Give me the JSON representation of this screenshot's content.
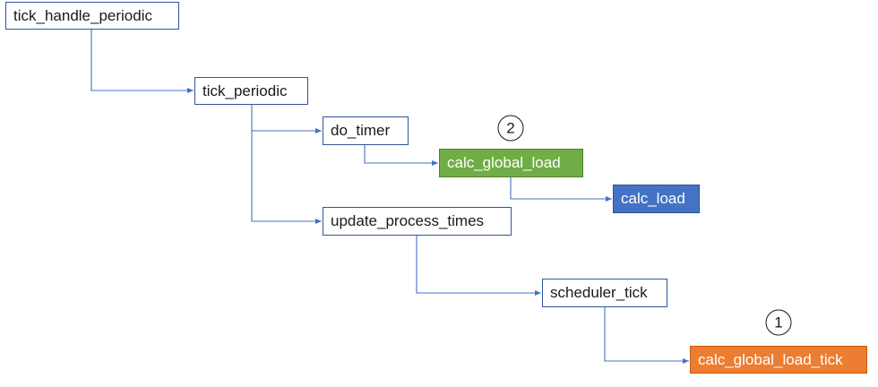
{
  "nodes": {
    "tick_handle_periodic": {
      "label": "tick_handle_periodic",
      "style": "plain"
    },
    "tick_periodic": {
      "label": "tick_periodic",
      "style": "plain"
    },
    "do_timer": {
      "label": "do_timer",
      "style": "plain"
    },
    "calc_global_load": {
      "label": "calc_global_load",
      "style": "green"
    },
    "calc_load": {
      "label": "calc_load",
      "style": "blue"
    },
    "update_process_times": {
      "label": "update_process_times",
      "style": "plain"
    },
    "scheduler_tick": {
      "label": "scheduler_tick",
      "style": "plain"
    },
    "calc_global_load_tick": {
      "label": "calc_global_load_tick",
      "style": "orange"
    }
  },
  "edges": [
    {
      "from": "tick_handle_periodic",
      "to": "tick_periodic"
    },
    {
      "from": "tick_periodic",
      "to": "do_timer"
    },
    {
      "from": "tick_periodic",
      "to": "update_process_times"
    },
    {
      "from": "do_timer",
      "to": "calc_global_load"
    },
    {
      "from": "calc_global_load",
      "to": "calc_load"
    },
    {
      "from": "update_process_times",
      "to": "scheduler_tick"
    },
    {
      "from": "scheduler_tick",
      "to": "calc_global_load_tick"
    }
  ],
  "markers": {
    "calc_global_load": "2",
    "calc_global_load_tick": "1"
  },
  "colors": {
    "box_border": "#2f5597",
    "connector": "#4472c4",
    "green": "#70ad47",
    "blue": "#4472c4",
    "orange": "#ed7d31"
  }
}
